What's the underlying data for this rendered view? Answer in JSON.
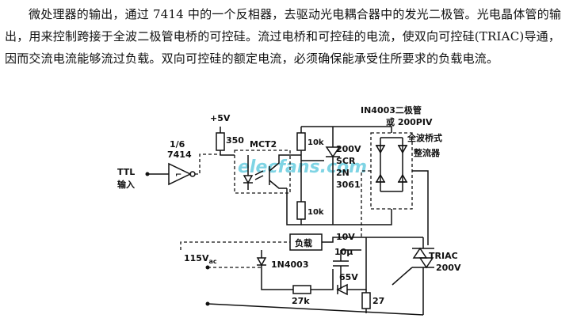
{
  "description": {
    "text": "微处理器的输出，通过 7414 中的一个反相器，去驱动光电耦合器中的发光二极管。光电晶体管的输出，用来控制跨接于全波二极管电桥的可控硅。流过电桥和可控硅的电流，使双向可控硅(TRIAC)导通，因而交流电流能够流过负载。双向可控硅的额定电流，必须确保能承受住所要求的负载电流。"
  },
  "circuit": {
    "supply": "+5V",
    "inverter_fraction": "1/6",
    "inverter_part": "7414",
    "input_label_1": "TTL",
    "input_label_2": "输入",
    "r_350": "350",
    "optocoupler": "MCT2",
    "r_10k_top": "10k",
    "r_10k_bottom": "10k",
    "scr_line1": "200V",
    "scr_line2": "SCR",
    "scr_line3": "2N",
    "scr_line4": "3061",
    "bridge_diode": "IN4003二极管",
    "bridge_diode_alt": "或 200PIV",
    "bridge_name_1": "全波桥式",
    "bridge_name_2": "整流器",
    "load": "负载",
    "ac_source": "115V",
    "ac_sub": "ac",
    "diode_1n4003": "1N4003",
    "cap_voltage": "10V",
    "cap_value": "10μ",
    "zener": "65V",
    "r_27k": "27k",
    "r_27": "27",
    "triac_1": "TRIAC",
    "triac_2": "200V"
  },
  "watermark": {
    "text": "elecfans.com",
    "color": "#7fd4e4"
  }
}
